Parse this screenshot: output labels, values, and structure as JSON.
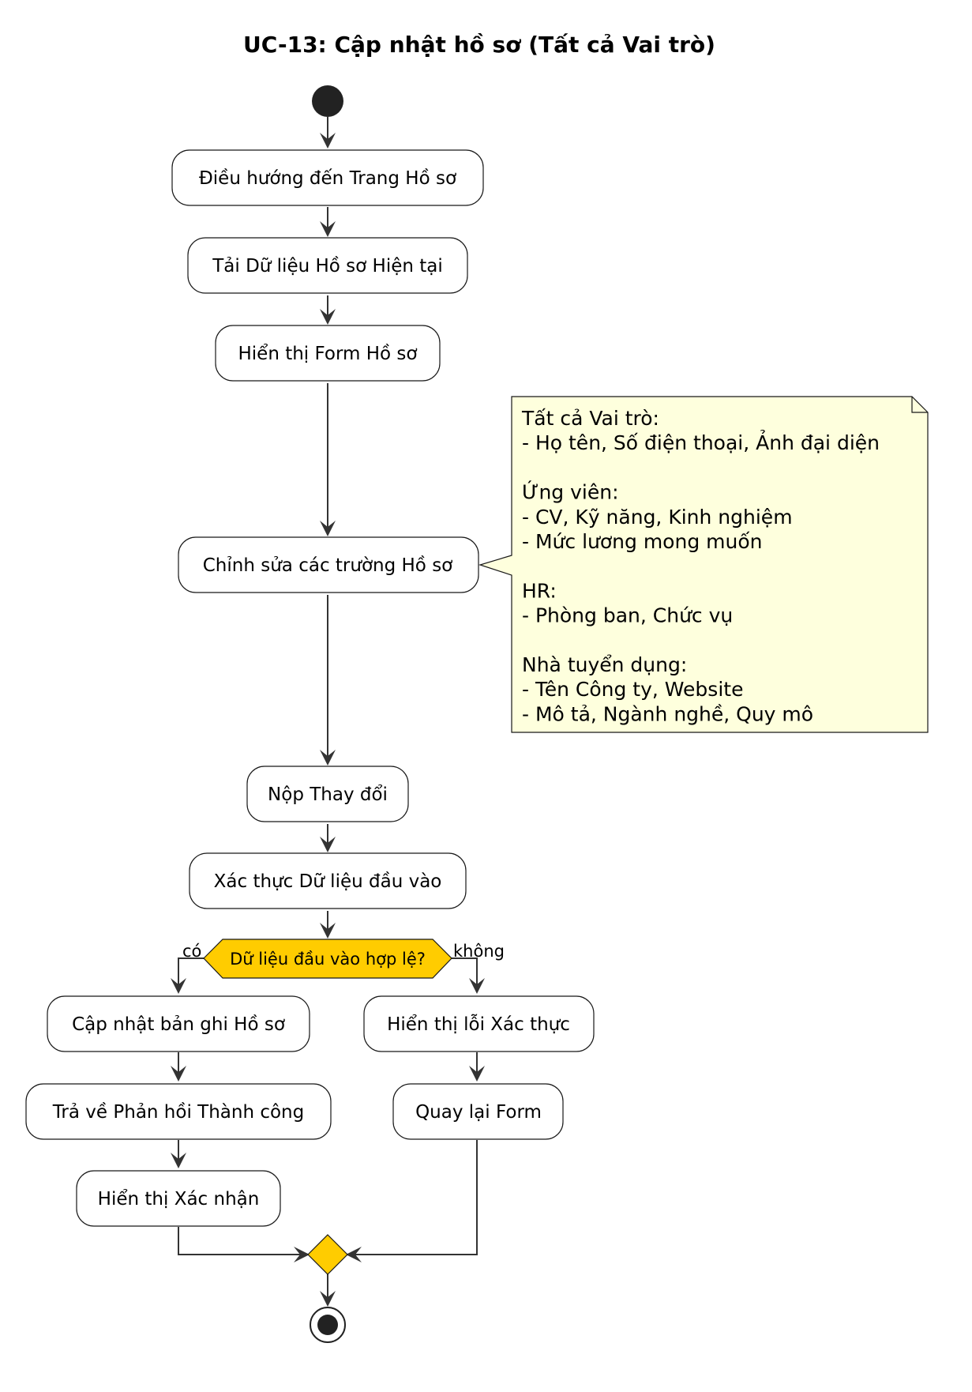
{
  "title": "UC-13: Cập nhật hồ sơ (Tất cả Vai trò)",
  "activities": {
    "navigate": "Điều hướng đến Trang Hồ sơ",
    "load": "Tải Dữ liệu Hồ sơ Hiện tại",
    "show_form": "Hiển thị Form Hồ sơ",
    "edit": "Chỉnh sửa các trường Hồ sơ",
    "submit": "Nộp Thay đổi",
    "validate": "Xác thực Dữ liệu đầu vào",
    "update": "Cập nhật bản ghi Hồ sơ",
    "return_success": "Trả về Phản hồi Thành công",
    "show_confirm": "Hiển thị Xác nhận",
    "show_error": "Hiển thị lỗi Xác thực",
    "back_form": "Quay lại Form"
  },
  "decision": {
    "question": "Dữ liệu đầu vào hợp lệ?",
    "yes_label": "có",
    "no_label": "không"
  },
  "note": {
    "lines": [
      "Tất cả Vai trò:",
      "- Họ tên, Số điện thoại, Ảnh đại diện",
      "",
      "Ứng viên:",
      "- CV, Kỹ năng, Kinh nghiệm",
      "- Mức lương mong muốn",
      "",
      "HR:",
      "- Phòng ban, Chức vụ",
      "",
      "Nhà tuyển dụng:",
      "- Tên Công ty, Website",
      "- Mô tả, Ngành nghề, Quy mô"
    ]
  },
  "colors": {
    "decision_fill": "#FFCC00",
    "note_fill": "#FEFFDD",
    "node_fill": "#222222"
  }
}
